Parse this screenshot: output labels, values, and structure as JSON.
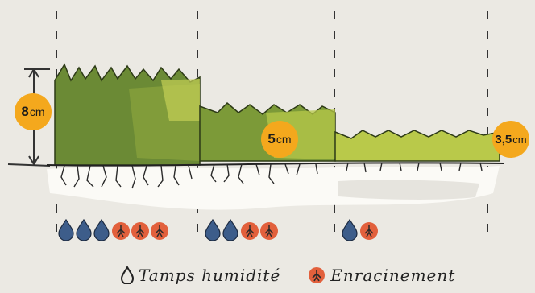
{
  "heights": [
    {
      "value": "8",
      "unit": "cm"
    },
    {
      "value": "5",
      "unit": "cm"
    },
    {
      "value": "3,5",
      "unit": "cm"
    }
  ],
  "indicators": [
    {
      "humidity": 3,
      "rooting": 3
    },
    {
      "humidity": 2,
      "rooting": 2
    },
    {
      "humidity": 1,
      "rooting": 1
    }
  ],
  "legend": {
    "humidity_label": "Tamps humidité",
    "rooting_label": "Enracinement"
  },
  "colors": {
    "drop": "#3d5d8a",
    "rooting": "#e2603c",
    "badge": "#f4a81d",
    "grass_dark": "#5c7a2c",
    "grass_light": "#b9c94a"
  },
  "icons": {
    "humidity": "water-drop-icon",
    "rooting": "root-icon"
  }
}
